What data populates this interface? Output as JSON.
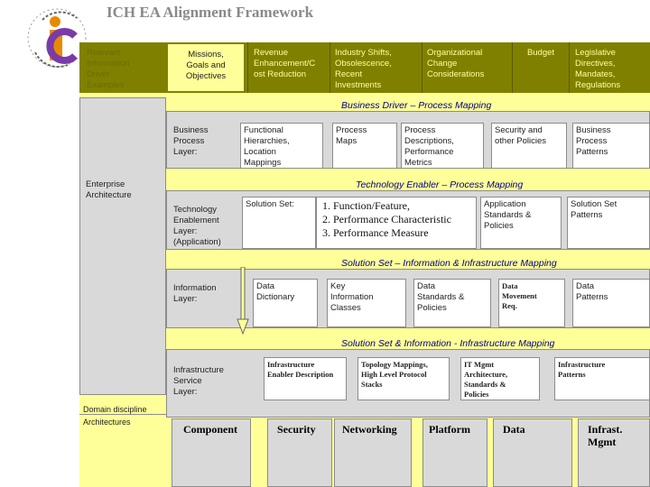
{
  "title": "ICH EA Alignment Framework",
  "logo": {
    "icon": "ich-logo"
  },
  "row_top": {
    "first_cell": "Relevant\nInformation\nDriver\nExamples",
    "cells": [
      "Missions,\nGoals and\nObjectives",
      "Revenue\nEnhancement/C\nost Reduction",
      "Industry Shifts,\nObsolescence,\nRecent\nInvestments",
      "Organizational\nChange\nConsiderations",
      "Budget",
      "Legislative\nDirectives,\nMandates,\nRegulations"
    ]
  },
  "left_labels": {
    "enterprise_architecture": "Enterprise\nArchitecture",
    "domain_discipline": "Domain discipline",
    "architectures": "Architectures"
  },
  "band_business": "Business Driver – Process Mapping",
  "business_layer": {
    "label": "Business\nProcess\nLayer:",
    "cells": [
      "Functional\nHierarchies,\nLocation\nMappings",
      "Process\nMaps",
      "Process\nDescriptions,\nPerformance\nMetrics",
      "Security and\nother Policies",
      "Business\nProcess\nPatterns"
    ]
  },
  "band_technology": "Technology Enabler – Process Mapping",
  "technology_layer": {
    "label": "Technology\nEnablement\nLayer:\n(Application)",
    "solution_set": "Solution Set:",
    "items": [
      "1. Function/Feature,",
      "2. Performance Characteristic",
      "3. Performance Measure"
    ],
    "app_standards": "Application\nStandards &\nPolicies",
    "patterns": "Solution Set\nPatterns"
  },
  "band_information": "Solution Set – Information & Infrastructure Mapping",
  "information_layer": {
    "label": "Information\nLayer:",
    "cells": [
      "Data\nDictionary",
      "Key\nInformation\nClasses",
      "Data\nStandards &\nPolicies",
      "Data\nMovement\nReq.",
      "Data\nPatterns"
    ]
  },
  "band_infrastructure": "Solution Set & Information - Infrastructure Mapping",
  "infrastructure_layer": {
    "label": "Infrastructure\nService\nLayer:",
    "cells": [
      "Infrastructure\nEnabler Description",
      "Topology Mappings,\nHigh Level Protocol\nStacks",
      "IT Mgmt\nArchitecture,\nStandards &\nPolicies",
      "Infrastructure\nPatterns"
    ]
  },
  "domains": [
    "Component",
    "Security",
    "Networking",
    "Platform",
    "Data",
    "Infrast.\nMgmt"
  ],
  "colors": {
    "olive": "#808000",
    "yellow": "#ffff99",
    "gray": "#d9d9d9",
    "navy": "#000080",
    "title": "#8a8a8a"
  }
}
